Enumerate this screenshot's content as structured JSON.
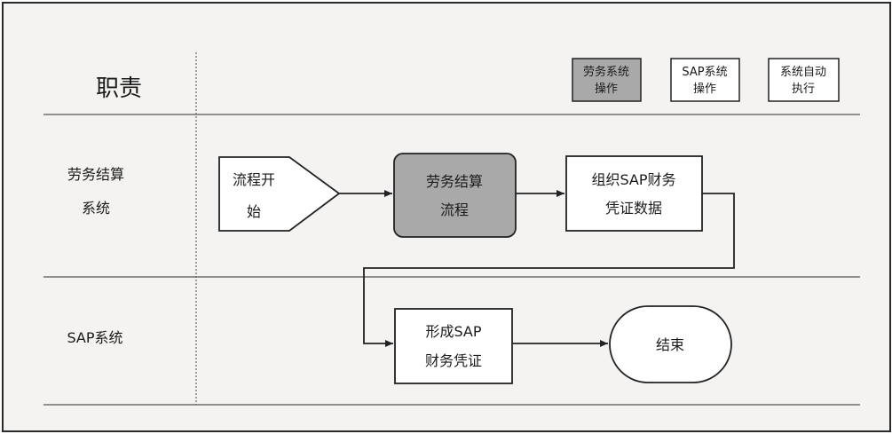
{
  "header": {
    "responsibility_label": "职责"
  },
  "legend": [
    {
      "line1": "劳务系统",
      "line2": "操作",
      "fill": "#a9a9a9"
    },
    {
      "line1": "SAP系统",
      "line2": "操作",
      "fill": "#ffffff"
    },
    {
      "line1": "系统自动",
      "line2": "执行",
      "fill": "#ffffff"
    }
  ],
  "lanes": [
    {
      "line1": "劳务结算",
      "line2": "系统"
    },
    {
      "line1": "SAP系统",
      "line2": ""
    }
  ],
  "nodes": {
    "start": {
      "line1": "流程开",
      "line2": "始"
    },
    "settlement": {
      "line1": "劳务结算",
      "line2": "流程"
    },
    "organize": {
      "line1": "组织SAP财务",
      "line2": "凭证数据"
    },
    "form": {
      "line1": "形成SAP",
      "line2": "财务凭证"
    },
    "end": {
      "line1": "结束",
      "line2": ""
    }
  },
  "colors": {
    "gray_fill": "#a9a9a9",
    "line": "#222222",
    "frame_bg": "#f4f3f1"
  }
}
